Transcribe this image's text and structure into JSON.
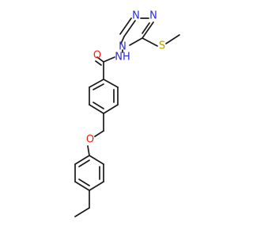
{
  "molecule": {
    "labels": {
      "amide_oxygen": "O",
      "amide_nh": "NH",
      "triazole_n1": "N",
      "triazole_n2": "N",
      "triazole_n4": "N",
      "thioether_s": "S",
      "ether_oxygen": "O"
    },
    "colors": {
      "bond": "#1a1a1a",
      "nitrogen": "#2b2bd9",
      "oxygen": "#e8261f",
      "sulfur": "#b5a000"
    }
  }
}
